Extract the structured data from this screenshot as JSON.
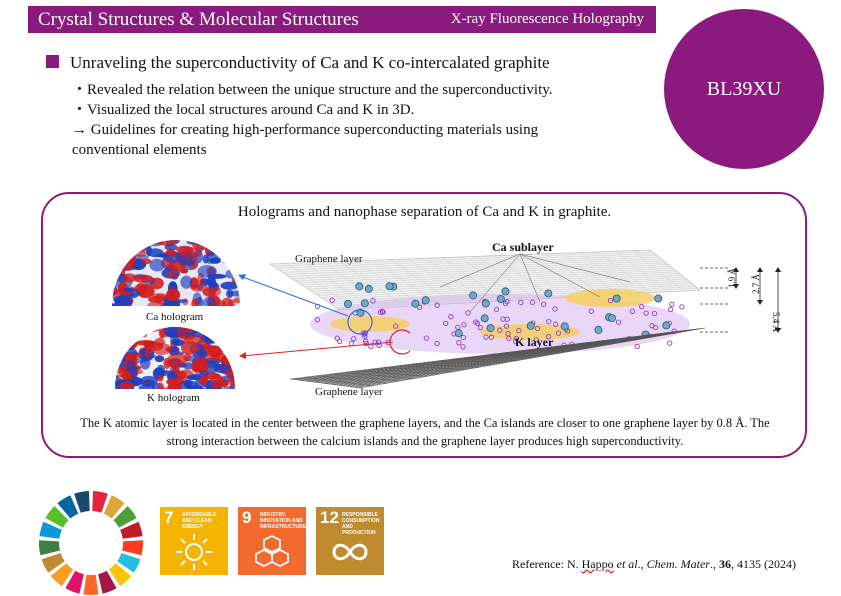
{
  "header": {
    "title": "Crystal Structures & Molecular Structures",
    "subtitle": "X-ray Fluorescence Holography"
  },
  "beamline": "BL39XU",
  "headline": "Unraveling the superconductivity of Ca and K co-intercalated graphite",
  "points": [
    "・Revealed the relation between the unique structure and the superconductivity.",
    "・Visualized the local structures around Ca and K in 3D.",
    "→ Guidelines for creating high-performance superconducting materials using",
    "conventional elements"
  ],
  "figure": {
    "title": "Holograms and nanophase separation of Ca and K in graphite.",
    "ca_hologram": "Ca hologram",
    "k_hologram": "K hologram",
    "graphene_top": "Graphene layer",
    "graphene_bottom": "Graphene layer",
    "ca_sublayer": "Ca sublayer",
    "k_layer": "K layer",
    "dim_19": "1.9 Å",
    "dim_27": "2.7 Å",
    "dim_54": "5.4 Å"
  },
  "caption": "The K atomic layer is located in the center between the graphene layers, and the Ca islands are closer to one graphene layer by 0.8 Å. The strong interaction between the calcium islands and the graphene layer produces high superconductivity.",
  "sdgs": [
    {
      "num": "7",
      "text": "AFFORDABLE AND CLEAN ENERGY",
      "color": "#f4b400"
    },
    {
      "num": "9",
      "text": "INDUSTRY, INNOVATION AND INFRASTRUCTURE",
      "color": "#f26a2e"
    },
    {
      "num": "12",
      "text": "RESPONSIBLE CONSUMPTION AND PRODUCTION",
      "color": "#bf8b2e"
    }
  ],
  "reference": {
    "prefix": "Reference: N. ",
    "author": "Happo",
    "etal": " et al",
    "mid": "., ",
    "journal": "Chem. Mater",
    "sep": "., ",
    "volume": "36",
    "rest": ", 4135 (2024)"
  },
  "colors": {
    "accent": "#8b1a7e"
  }
}
